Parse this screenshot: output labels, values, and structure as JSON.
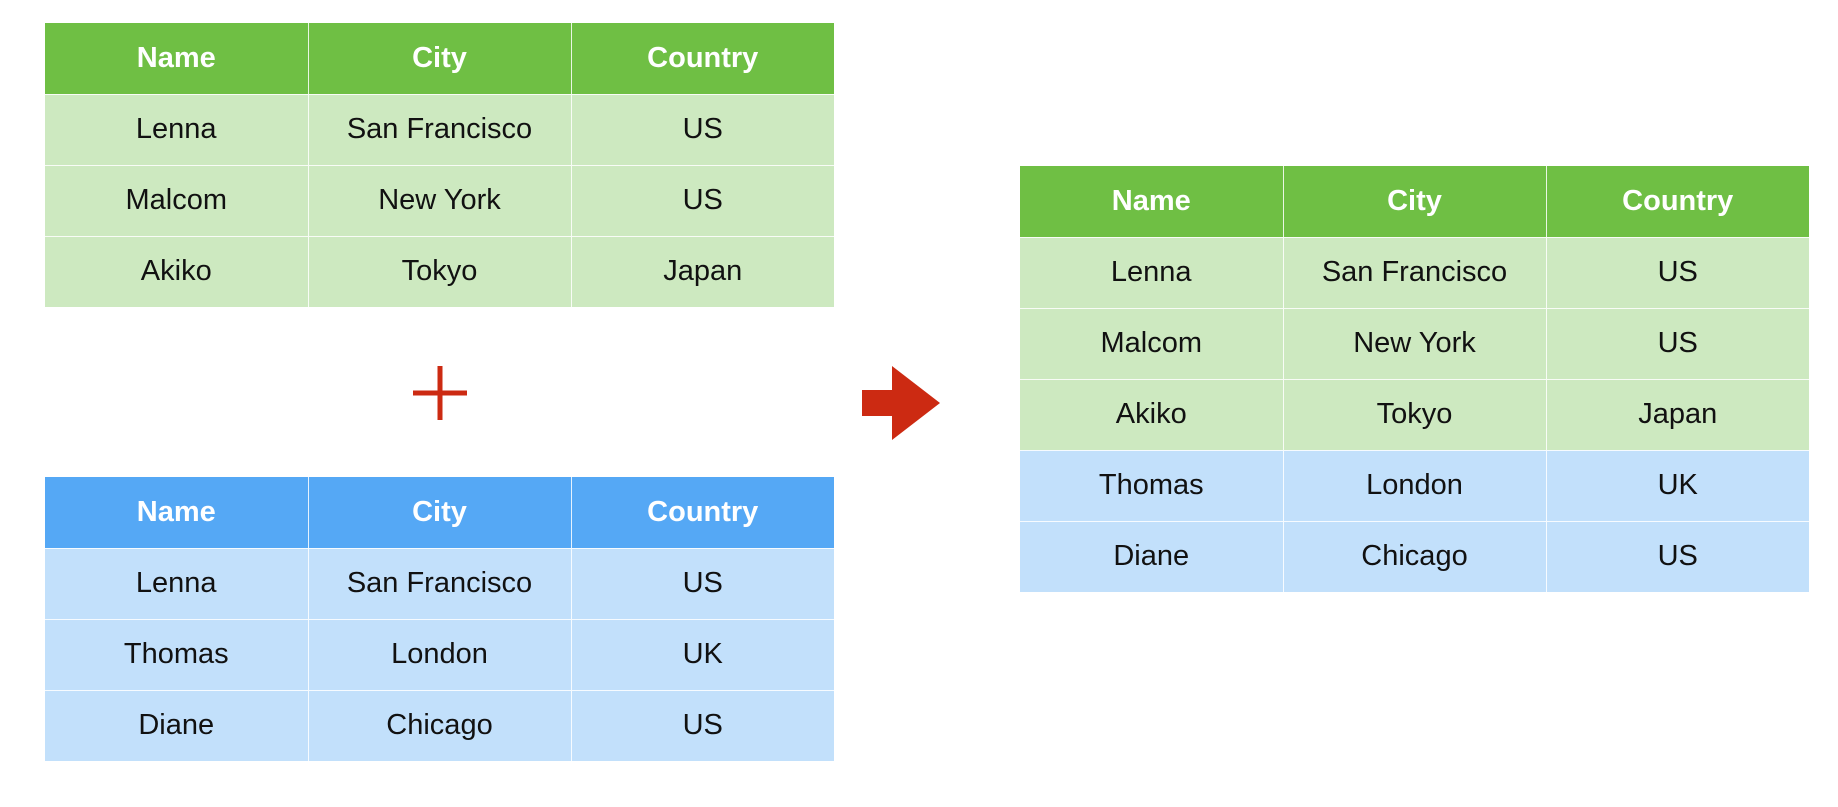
{
  "colors": {
    "green_header": "#6fbf44",
    "green_row": "#cde9c0",
    "blue_header": "#55a8f5",
    "blue_row": "#c2e0fb",
    "operator": "#cc2a12"
  },
  "icons": {
    "plus": "plus-icon",
    "arrow": "arrow-right-icon"
  },
  "table_a": {
    "headers": [
      "Name",
      "City",
      "Country"
    ],
    "rows": [
      [
        "Lenna",
        "San Francisco",
        "US"
      ],
      [
        "Malcom",
        "New York",
        "US"
      ],
      [
        "Akiko",
        "Tokyo",
        "Japan"
      ]
    ]
  },
  "table_b": {
    "headers": [
      "Name",
      "City",
      "Country"
    ],
    "rows": [
      [
        "Lenna",
        "San Francisco",
        "US"
      ],
      [
        "Thomas",
        "London",
        "UK"
      ],
      [
        "Diane",
        "Chicago",
        "US"
      ]
    ]
  },
  "table_result": {
    "headers": [
      "Name",
      "City",
      "Country"
    ],
    "rows": [
      [
        "Lenna",
        "San Francisco",
        "US"
      ],
      [
        "Malcom",
        "New York",
        "US"
      ],
      [
        "Akiko",
        "Tokyo",
        "Japan"
      ],
      [
        "Thomas",
        "London",
        "UK"
      ],
      [
        "Diane",
        "Chicago",
        "US"
      ]
    ],
    "row_sources": [
      "green",
      "green",
      "green",
      "blue",
      "blue"
    ]
  }
}
